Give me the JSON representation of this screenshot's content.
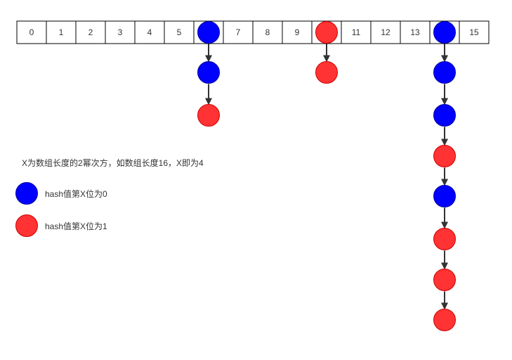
{
  "colors": {
    "blue_fill": "#0000ff",
    "blue_stroke": "#00009a",
    "red_fill": "#ff3333",
    "red_stroke": "#cc0000",
    "line": "#333333"
  },
  "array": {
    "cells": [
      "0",
      "1",
      "2",
      "3",
      "4",
      "5",
      "",
      "7",
      "8",
      "9",
      "",
      "11",
      "12",
      "13",
      "",
      "15"
    ]
  },
  "buckets": [
    {
      "index": 6,
      "nodes": [
        "blue",
        "blue",
        "red"
      ]
    },
    {
      "index": 10,
      "nodes": [
        "red",
        "red"
      ]
    },
    {
      "index": 14,
      "nodes": [
        "blue",
        "blue",
        "blue",
        "red",
        "blue",
        "red",
        "red",
        "red"
      ]
    }
  ],
  "caption": "X为数组长度的2幂次方，如数组长度16，X即为4",
  "legend": [
    {
      "color": "blue",
      "label": "hash值第X位为0"
    },
    {
      "color": "red",
      "label": "hash值第X位为1"
    }
  ]
}
